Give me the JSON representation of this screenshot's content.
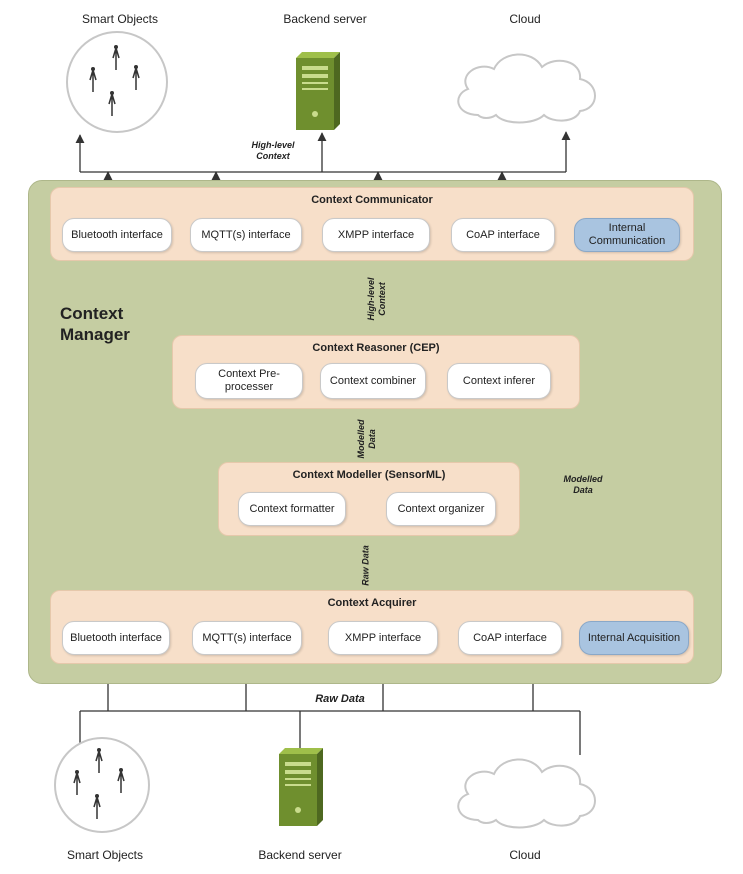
{
  "top": {
    "smart_objects": "Smart Objects",
    "backend_server": "Backend server",
    "cloud": "Cloud",
    "high_level_context": "High-level\nContext"
  },
  "context_manager": {
    "title": "Context\nManager",
    "communicator": {
      "title": "Context Communicator",
      "items": [
        "Bluetooth interface",
        "MQTT(s) interface",
        "XMPP interface",
        "CoAP interface",
        "Internal\nCommunication"
      ]
    },
    "reasoner": {
      "title": "Context Reasoner (CEP)",
      "items": [
        "Context Pre-\nprocesser",
        "Context combiner",
        "Context inferer"
      ]
    },
    "modeller": {
      "title": "Context Modeller (SensorML)",
      "items": [
        "Context formatter",
        "Context organizer"
      ]
    },
    "acquirer": {
      "title": "Context Acquirer",
      "items": [
        "Bluetooth interface",
        "MQTT(s) interface",
        "XMPP interface",
        "CoAP interface",
        "Internal Acquisition"
      ]
    },
    "arrow_labels": {
      "high_level_context": "High-level\nContext",
      "modelled_data_vertical": "Modelled\nData",
      "raw_data_vertical": "Raw Data",
      "modelled_data_side": "Modelled\nData"
    }
  },
  "bottom": {
    "raw_data": "Raw Data",
    "smart_objects": "Smart Objects",
    "backend_server": "Backend server",
    "cloud": "Cloud"
  },
  "colors": {
    "panel": "#c5cda2",
    "group": "#f7dfc9",
    "box_blue": "#a9c4e0",
    "server_green": "#7a9a35",
    "line": "#333333"
  }
}
